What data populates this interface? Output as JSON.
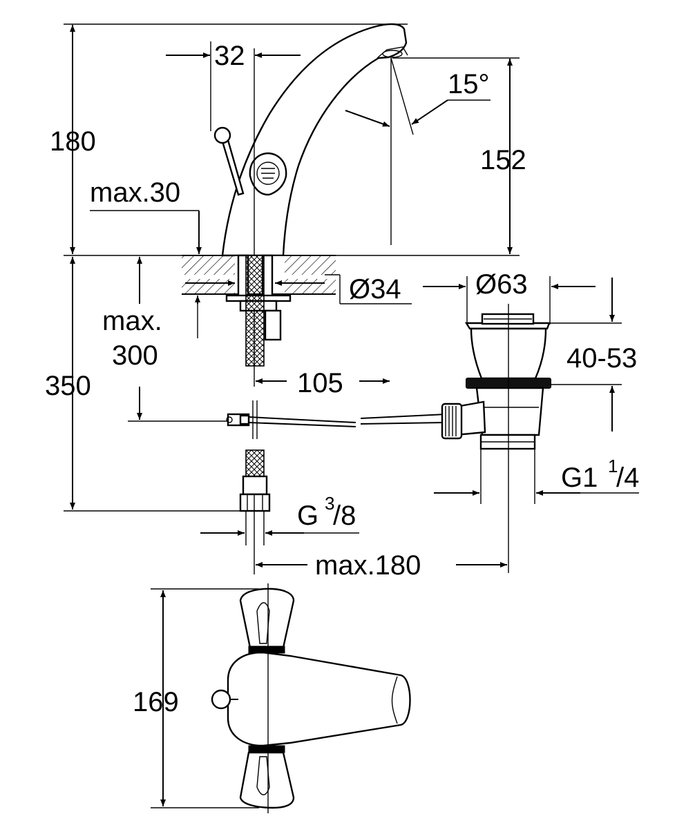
{
  "dimensions": {
    "height_total": "180",
    "lever_offset": "32",
    "spray_angle": "15°",
    "spout_height": "152",
    "max_deck": "max.30",
    "max_below_1": "max.",
    "max_below_2": "300",
    "hole_dia": "Ø34",
    "waste_dia": "Ø63",
    "waste_range": "40-53",
    "below_total": "350",
    "reach": "105",
    "waste_thread_main": "G1",
    "waste_thread_num": "1",
    "waste_thread_den": "/4",
    "supply_thread_main": "G",
    "supply_thread_num": "3",
    "supply_thread_den": "/8",
    "rod_length": "max.180",
    "top_view_width": "169"
  },
  "colors": {
    "line": "#000000",
    "background": "#ffffff"
  }
}
